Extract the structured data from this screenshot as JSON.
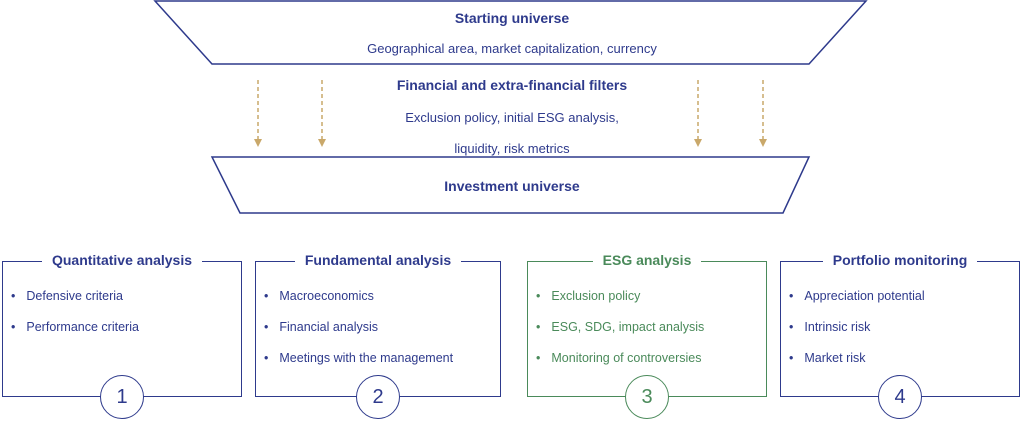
{
  "colors": {
    "primary": "#2e3a8c",
    "esg": "#4a8a5a",
    "arrow": "#c9a86a"
  },
  "funnel": {
    "top_title": "Starting universe",
    "top_subtitle": "Geographical area, market capitalization, currency",
    "filters_title": "Financial and extra-financial filters",
    "filters_line1": "Exclusion policy, initial ESG analysis,",
    "filters_line2": "liquidity, risk metrics",
    "bottom_title": "Investment universe"
  },
  "steps": [
    {
      "title": "Quantitative analysis",
      "number": "1",
      "items": [
        "Defensive criteria",
        "Performance criteria"
      ]
    },
    {
      "title": "Fundamental analysis",
      "number": "2",
      "items": [
        "Macroeconomics",
        "Financial analysis",
        "Meetings with the management"
      ]
    },
    {
      "title": "ESG analysis",
      "number": "3",
      "items": [
        "Exclusion policy",
        "ESG, SDG, impact analysis",
        "Monitoring of controversies"
      ]
    },
    {
      "title": "Portfolio monitoring",
      "number": "4",
      "items": [
        "Appreciation potential",
        "Intrinsic risk",
        "Market risk"
      ]
    }
  ]
}
